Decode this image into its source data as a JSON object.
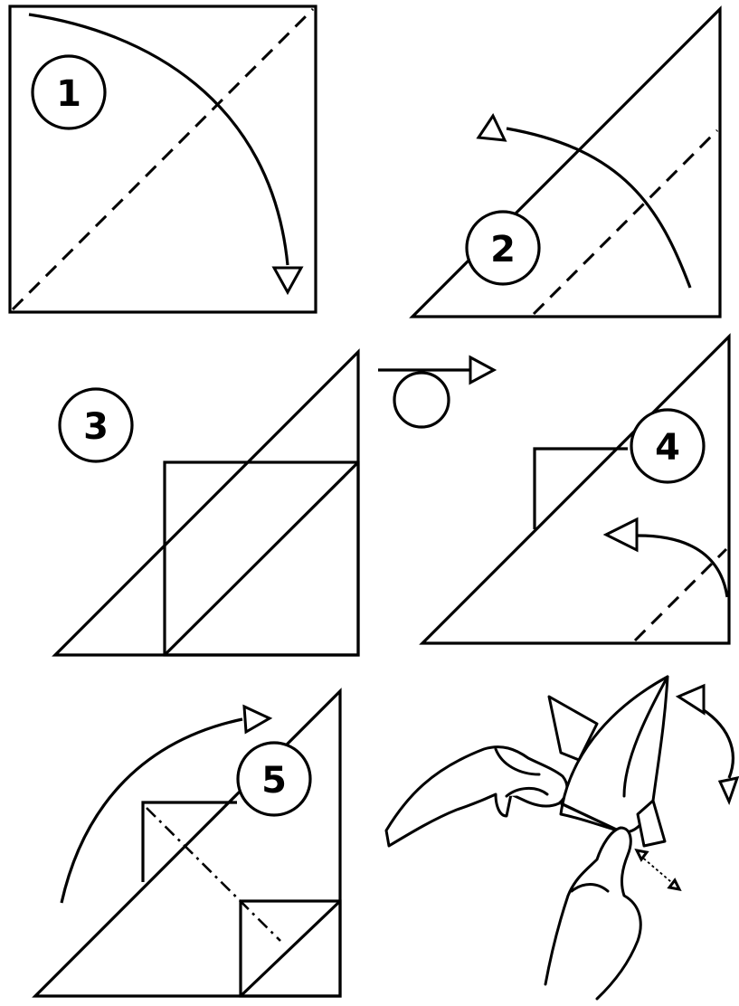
{
  "steps": [
    {
      "label": "1"
    },
    {
      "label": "2"
    },
    {
      "label": "3"
    },
    {
      "label": "4"
    },
    {
      "label": "5"
    }
  ],
  "symbols": {
    "turn_over": "turn-over-symbol",
    "fold_arrow": "fold-arrow",
    "valley_fold": "dashed-line",
    "mountain_fold": "dash-dot-line"
  }
}
